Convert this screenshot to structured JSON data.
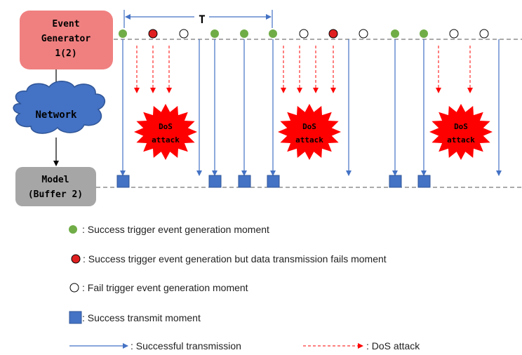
{
  "boxes": {
    "generator": {
      "line1": "Event",
      "line2": "Generator",
      "line3": "1(2)",
      "color": "#f08080"
    },
    "network": {
      "label": "Network",
      "color": "#4472c4"
    },
    "model": {
      "line1": "Model",
      "line2": "(Buffer 2)",
      "color": "#a6a6a6"
    }
  },
  "period_label": "T",
  "dos_label": {
    "line1": "DoS",
    "line2": "attack"
  },
  "colors": {
    "success": "#70ad47",
    "fail_transmit": "#e02020",
    "transmit": "#4472c4",
    "dos": "#ff0000"
  },
  "legend": {
    "success_trigger": ": Success trigger event generation moment",
    "fail_transmission": ": Success trigger event generation but data transmission fails moment",
    "fail_trigger": ": Fail trigger event generation moment",
    "transmit_moment": ": Success transmit moment",
    "successful_transmission": ": Successful transmission",
    "dos_attack": ": DoS attack"
  },
  "events": [
    "success",
    "fail_transmit",
    "fail_trigger",
    "success",
    "success",
    "success",
    "fail_trigger",
    "fail_transmit",
    "fail_trigger",
    "success",
    "success",
    "fail_trigger",
    "fail_trigger"
  ]
}
